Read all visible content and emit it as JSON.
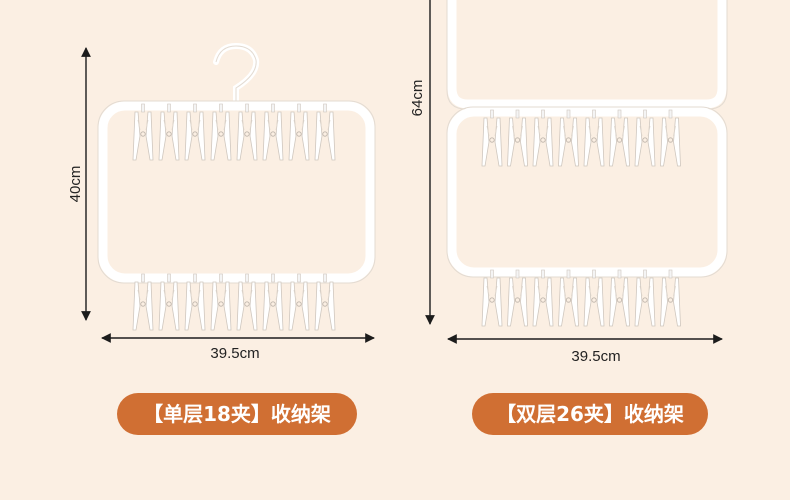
{
  "colors": {
    "background": "#fbefe3",
    "pill": "#d06f33",
    "hanger": "#ffffff",
    "hanger_edge": "#e3dbd2",
    "dimension_line": "#1c1c1c"
  },
  "single_layer": {
    "height_label": "40cm",
    "width_label": "39.5cm",
    "title": "【单层18夹】收纳架"
  },
  "double_layer": {
    "height_label": "64cm",
    "width_label": "39.5cm",
    "title": "【双层26夹】收纳架"
  },
  "footer": {
    "text": ""
  }
}
